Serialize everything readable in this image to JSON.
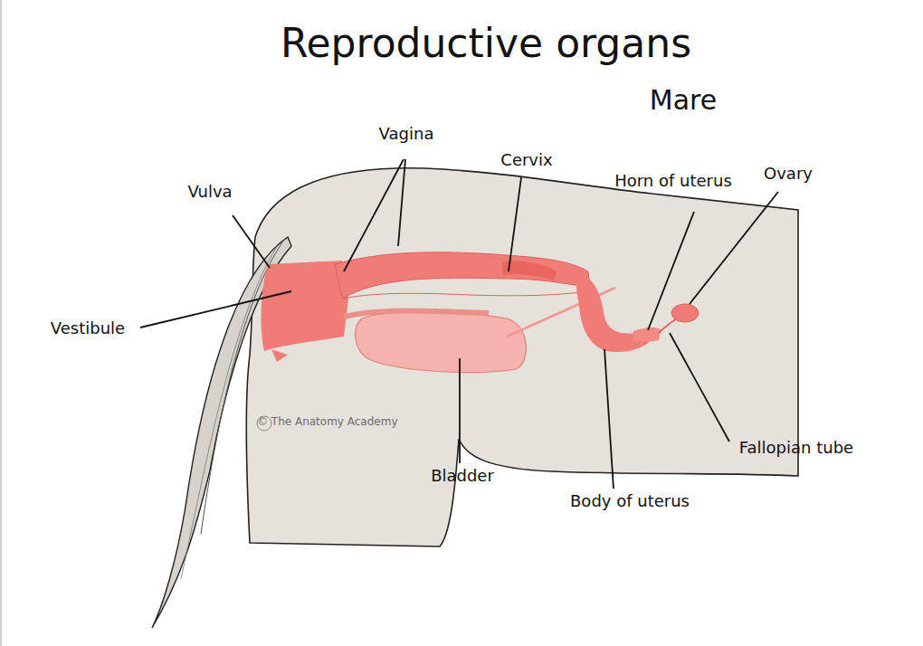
{
  "diagram": {
    "title": "Reproductive organs",
    "labels": [
      "Mare",
      "Vagina",
      "Cervix",
      "Horn of uterus",
      "Ovary",
      "Vulva",
      "Vestibule",
      "Bladder",
      "Body of uterus",
      "Fallopian tube",
      "© The Anatomy Academy"
    ]
  }
}
